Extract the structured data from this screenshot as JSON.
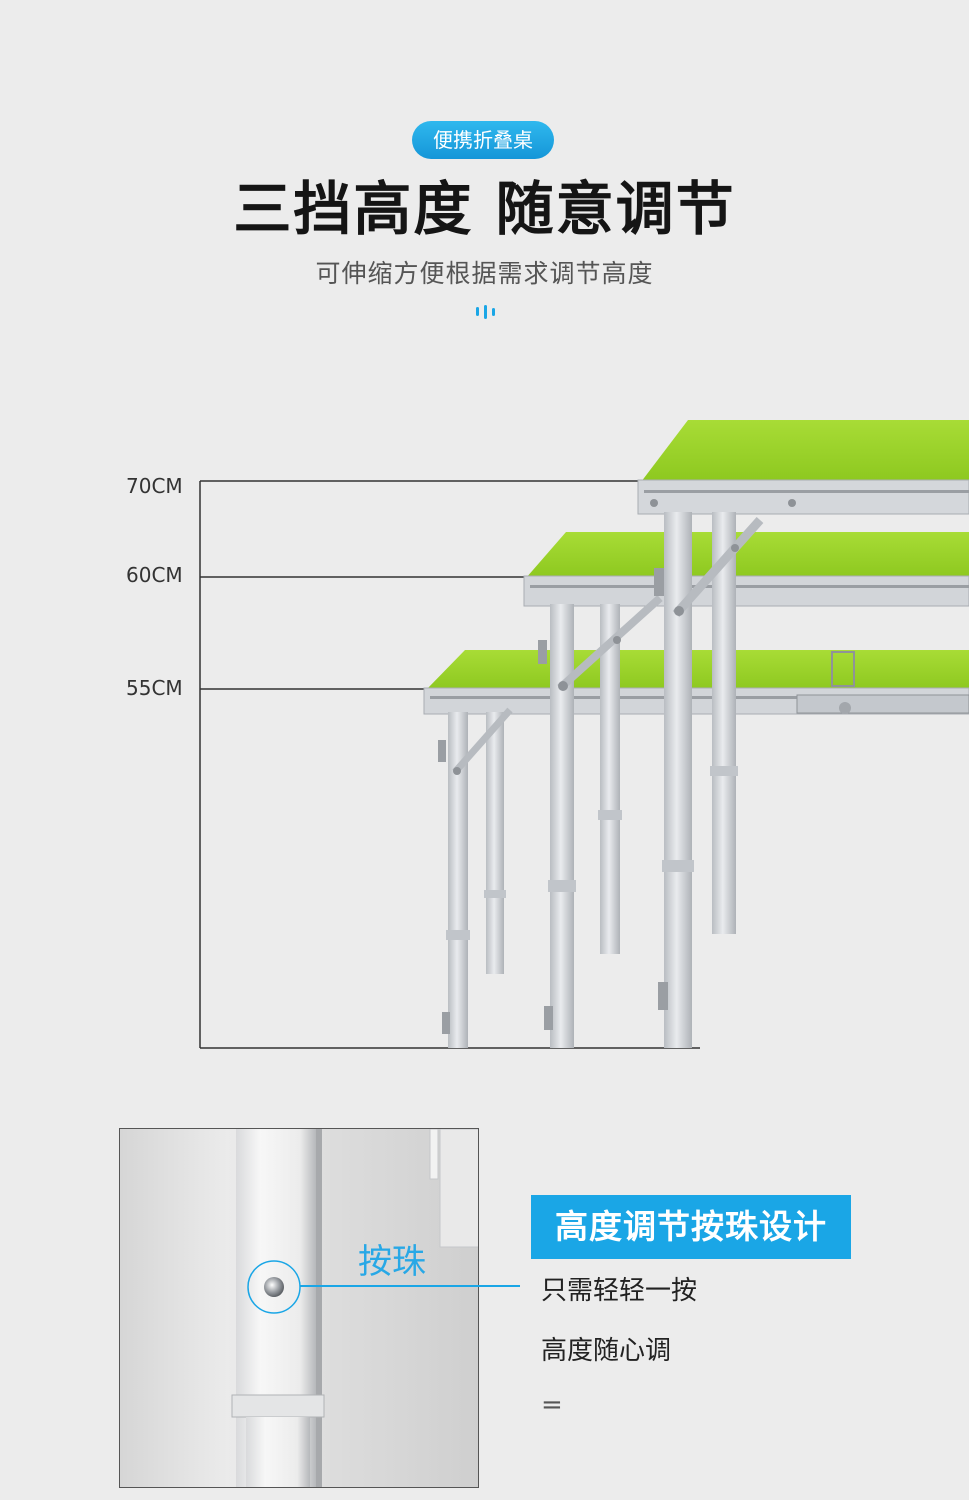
{
  "header": {
    "badge": "便携折叠桌",
    "headline": "三挡高度  随意调节",
    "subline": "可伸缩方便根据需求调节高度"
  },
  "heights": [
    {
      "label": "70CM",
      "value_cm": 70
    },
    {
      "label": "60CM",
      "value_cm": 60
    },
    {
      "label": "55CM",
      "value_cm": 55
    }
  ],
  "detail": {
    "pin_label": "按珠",
    "callout_title": "高度调节按珠设计",
    "lines": [
      "只需轻轻一按",
      "高度随心调",
      "="
    ]
  },
  "colors": {
    "accent": "#1aa6e6",
    "tabletop": "#9ed42e",
    "frame": "#c9cdd2"
  }
}
